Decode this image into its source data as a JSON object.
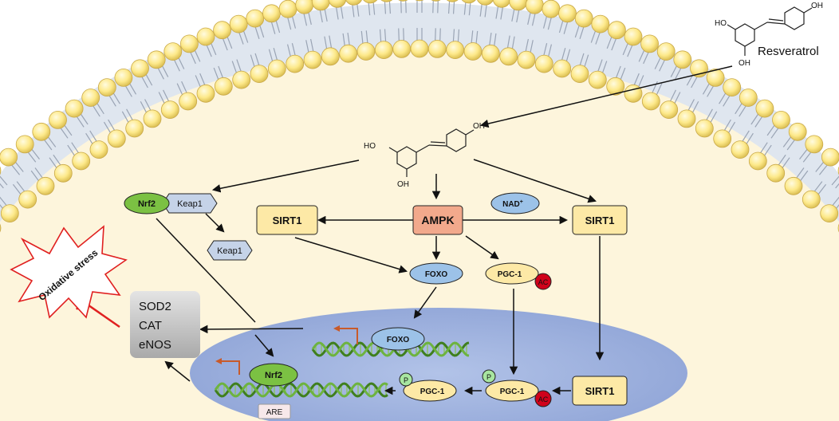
{
  "molecule": {
    "name": "Resveratrol",
    "group_oh": "OH",
    "group_ho": "HO"
  },
  "nodes": {
    "ampk": "AMPK",
    "sirt1": "SIRT1",
    "nad": "NAD",
    "nad_sup": "+",
    "nrf2": "Nrf2",
    "keap1": "Keap1",
    "foxo": "FOXO",
    "pgc1": "PGC-1",
    "ac": "AC",
    "p": "P",
    "are": "ARE"
  },
  "targets": [
    "SOD2",
    "CAT",
    "eNOS"
  ],
  "stress": "Oxidative stress",
  "colors": {
    "ampk": "#f2a98c",
    "sirt1": "#fde9a6",
    "nrf2": "#7bc143",
    "keap1": "#c5d3e8",
    "foxo": "#9cc2e8",
    "pgc1": "#fde9a6",
    "ac": "#d0021b",
    "p": "#a8e6a0",
    "nucleus": "#9fb3de",
    "cytoplasm": "#fdf5dc",
    "lipid_head": "#fde98a",
    "gene_box": "#c8c8c8",
    "inhibit": "#e02020",
    "tss": "#c85a2a",
    "dna": "#5aa02c"
  },
  "icons": {
    "inhibition": "blunt-arrow-icon",
    "transcription_start": "bent-arrow-icon"
  }
}
